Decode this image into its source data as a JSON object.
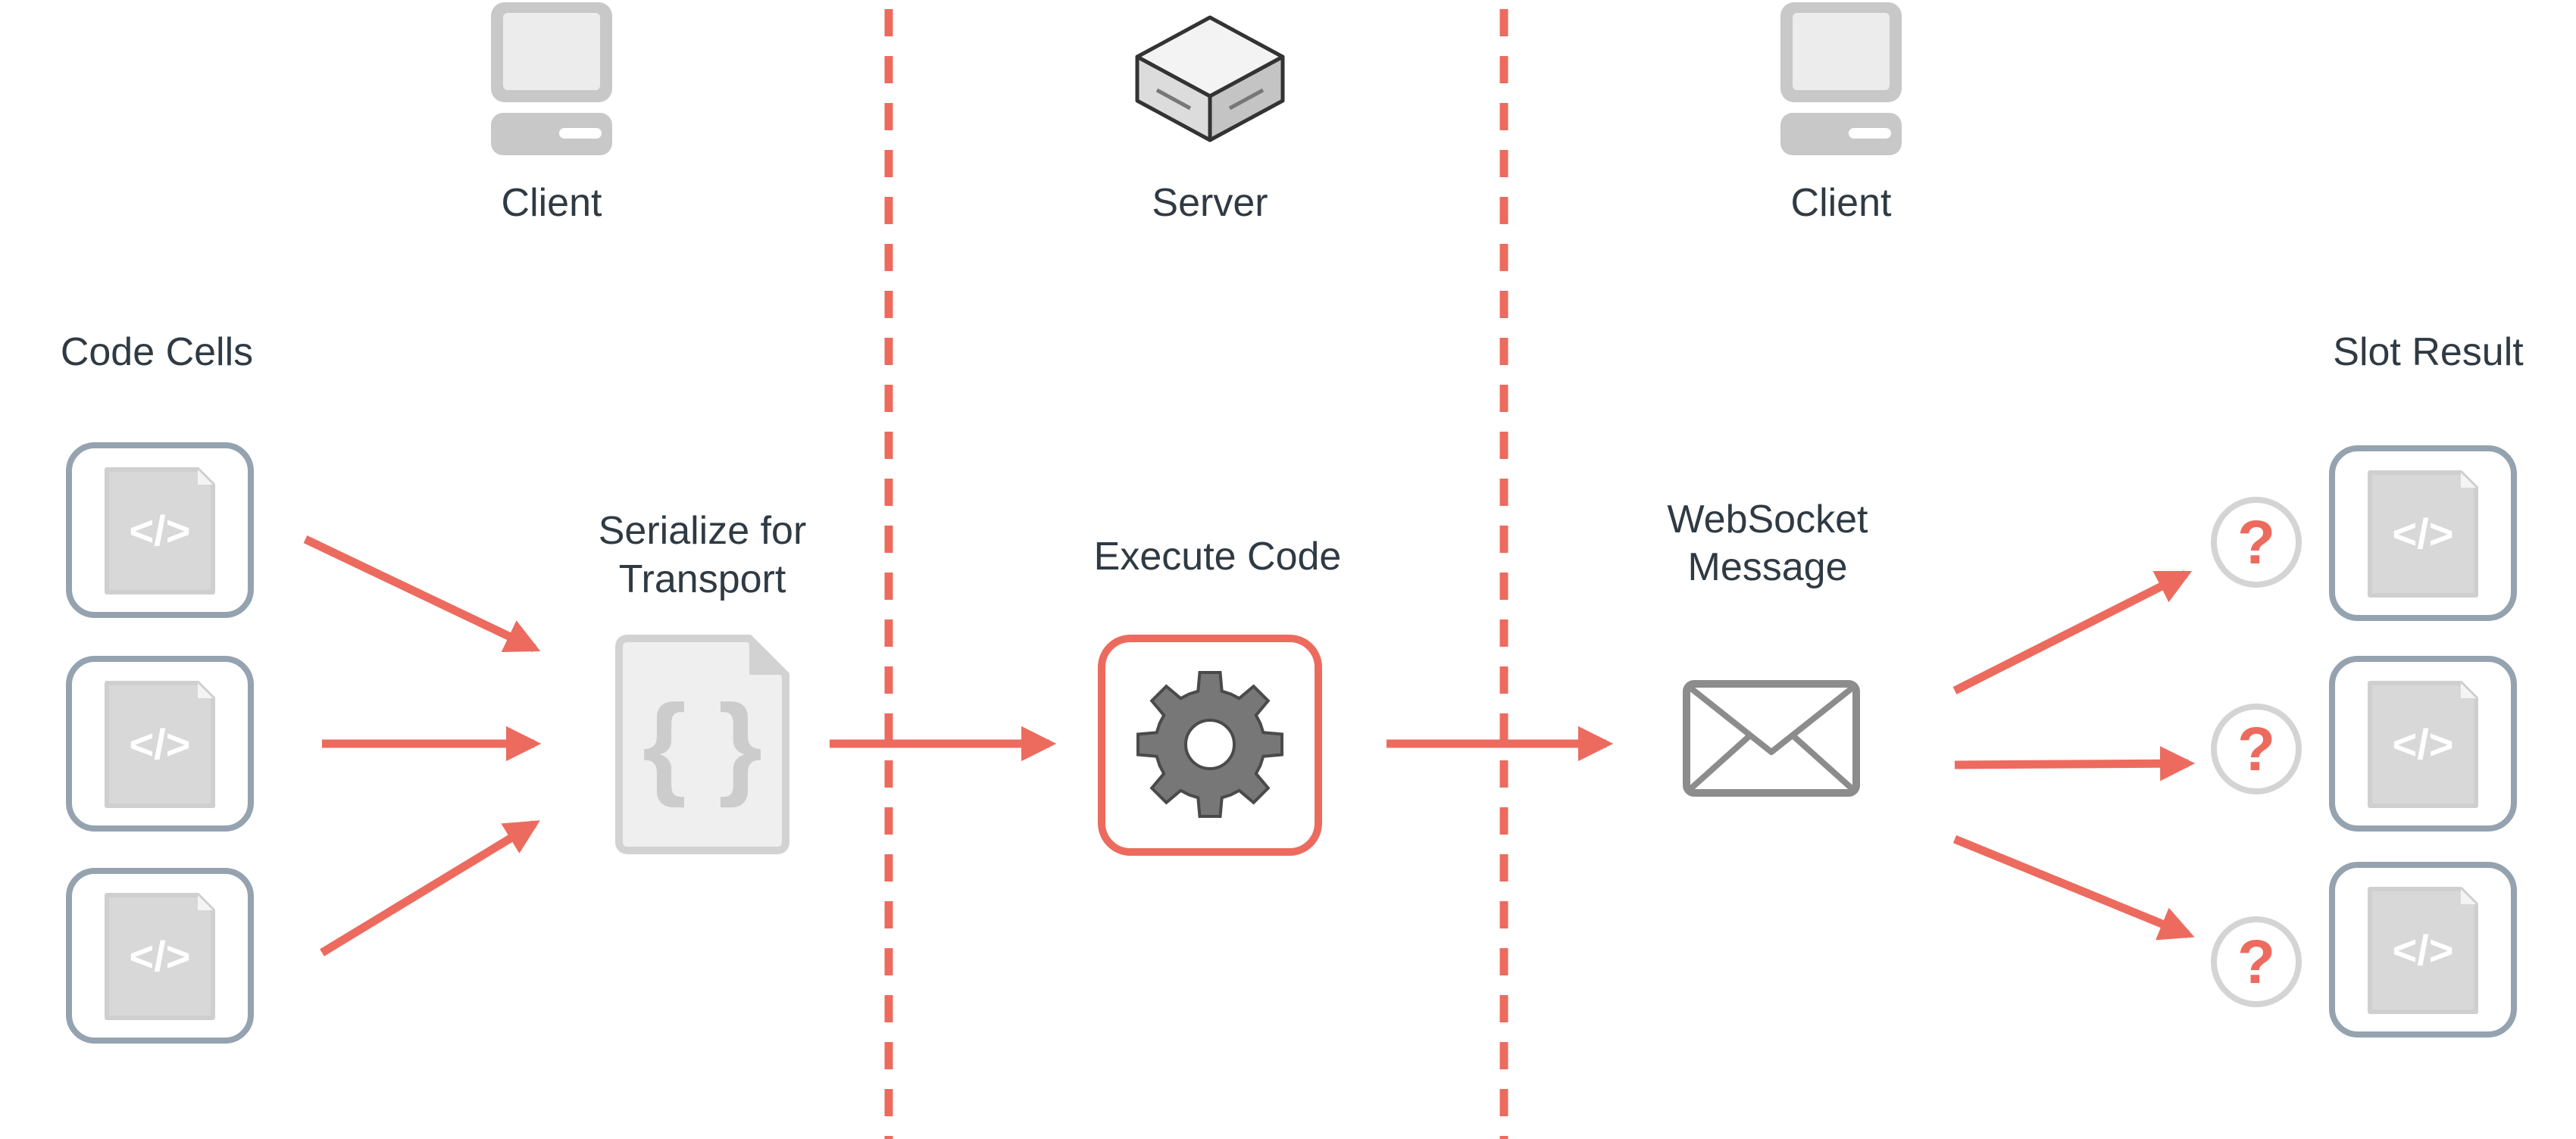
{
  "labels": {
    "client_left": "Client",
    "server": "Server",
    "client_right": "Client",
    "code_cells": "Code Cells",
    "slot_result": "Slot Result",
    "serialize_line1": "Serialize for",
    "serialize_line2": "Transport",
    "execute": "Execute Code",
    "websocket_line1": "WebSocket",
    "websocket_line2": "Message"
  },
  "glyphs": {
    "code": "</>",
    "braces": "{ }",
    "question": "?"
  },
  "colors": {
    "accent": "#ec6b5e",
    "cell_border": "#95a3b0",
    "light_gray": "#d4d4d4",
    "mid_gray": "#8c8c8c",
    "text": "#2f3a43"
  },
  "icons": {
    "client": "computer-icon",
    "server": "server-box-icon",
    "cell": "code-file-icon",
    "serialize": "json-file-icon",
    "execute": "gear-icon",
    "message": "envelope-icon",
    "pending": "question-mark-icon"
  }
}
